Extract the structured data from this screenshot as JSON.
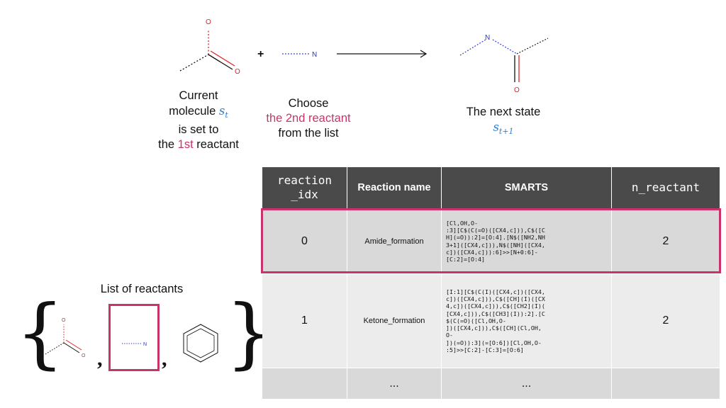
{
  "top": {
    "plus": "+",
    "current_caption": {
      "line1": "Current",
      "line2_pre": "molecule ",
      "state_symbol": "s",
      "state_sub": "t",
      "line3": "is set to",
      "line4_pre": "the ",
      "line4_accent": "1st",
      "line4_post": " reactant"
    },
    "choose_caption": {
      "line1": "Choose",
      "line2": "the 2nd reactant",
      "line3": "from the list"
    },
    "next_caption": {
      "line1": "The next state",
      "state_symbol": "s",
      "state_sub": "t+1"
    },
    "atom_labels": {
      "oxygen": "O",
      "nitrogen": "N"
    }
  },
  "reactants": {
    "title": "List of reactants",
    "comma": ","
  },
  "table": {
    "headers": [
      "reaction\n_idx",
      "Reaction name",
      "SMARTS",
      "n_reactant"
    ],
    "rows": [
      {
        "idx": "0",
        "name": "Amide_formation",
        "smarts": "[Cl,OH,O-\n:3][C$(C(=O)([CX4,c])),C$([C\nH](=O)):2]=[O:4].[N$([NH2,NH\n3+1]([CX4,c])),N$([NH]([CX4,\nc])([CX4,c])):6]>>[N+0:6]-\n[C:2]=[O:4]",
        "n_reactant": "2"
      },
      {
        "idx": "1",
        "name": "Ketone_formation",
        "smarts": "[I:1][C$(C(I)([CX4,c])([CX4,\nc])([CX4,c])),C$([CH](I)([CX\n4,c])([CX4,c])),C$([CH2](I)(\n[CX4,c])),C$([CH3](I)):2].[C\n$(C(=O)([Cl,OH,O-\n])([CX4,c])),C$([CH](Cl,OH,\nO-\n])(=O)):3](=[O:6])[Cl,OH,O-\n:5]>>[C:2]-[C:3]=[O:6]",
        "n_reactant": "2"
      },
      {
        "idx": "",
        "name": "...",
        "smarts": "...",
        "n_reactant": ""
      }
    ]
  },
  "colors": {
    "accent": "#c8336b",
    "state_blue": "#2f7fd8",
    "header_bg": "#4a4a4a",
    "oxygen": "#e0202a",
    "nitrogen": "#2a34c8"
  }
}
